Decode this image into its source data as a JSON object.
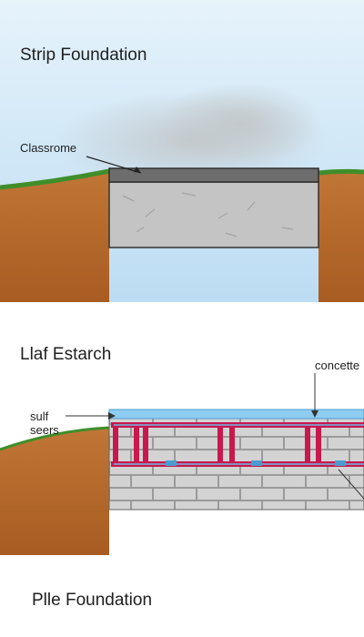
{
  "panels": {
    "strip": {
      "title": "Strip Foundation",
      "label": "Classrome"
    },
    "raft": {
      "title": "Llaf Estarch",
      "label_top_right": "concette",
      "label_left_line1": "sulf",
      "label_left_line2": "seers"
    },
    "pile": {
      "title": "Plle Foundation"
    }
  },
  "colors": {
    "sky": "#cfe7f6",
    "soil": "#b76a2a",
    "grass": "#3f8e2b",
    "concrete": "#c9c9c9",
    "beam": "#c8184e",
    "membrane": "#6fb7e5",
    "text": "#1f1f1f"
  }
}
